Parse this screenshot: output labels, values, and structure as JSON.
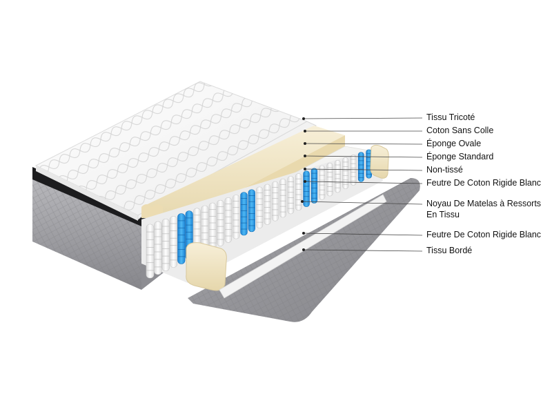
{
  "colors": {
    "spring_blue": "#2a9ee8",
    "spring_white": "#f5f5f5",
    "border_fabric": "#9a9a9e",
    "top_fabric": "#f7f7f7",
    "foam": "#f1e6c6",
    "leader_line": "#444444"
  },
  "labels": [
    {
      "id": "tissu-tricote",
      "text": "Tissu Tricoté"
    },
    {
      "id": "coton-sans-colle",
      "text": "Coton Sans Colle"
    },
    {
      "id": "eponge-ovale",
      "text": "Éponge Ovale"
    },
    {
      "id": "eponge-standard",
      "text": "Éponge Standard"
    },
    {
      "id": "non-tisse",
      "text": "Non-tissé"
    },
    {
      "id": "feutre-coton-1",
      "text": "Feutre De Coton Rigide Blanc"
    },
    {
      "id": "noyau-matelas",
      "text": "Noyau De Matelas à Ressorts",
      "text2": "En Tissu"
    },
    {
      "id": "feutre-coton-2",
      "text": "Feutre De Coton Rigide Blanc"
    },
    {
      "id": "tissu-borde",
      "text": "Tissu Bordé"
    }
  ]
}
